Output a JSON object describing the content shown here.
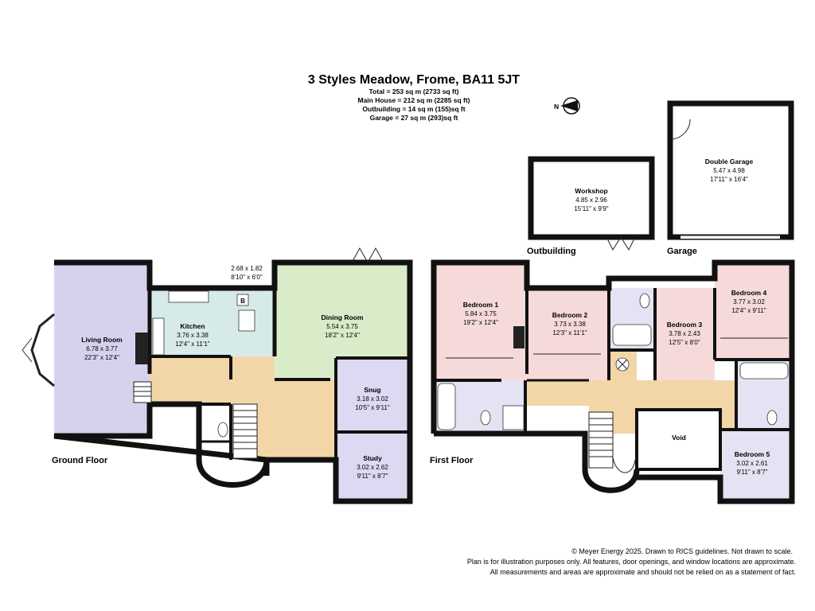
{
  "header": {
    "title": "3 Styles Meadow, Frome, BA11 5JT",
    "areas": [
      "Total = 253 sq m (2733 sq ft)",
      "Main House = 212 sq m (2285 sq ft)",
      "Outbuilding = 14 sq m (155)sq ft",
      "Garage = 27 sq m (293)sq ft"
    ],
    "north_label": "N"
  },
  "floors": {
    "ground": "Ground Floor",
    "first": "First Floor",
    "outbuilding": "Outbuilding",
    "garage": "Garage"
  },
  "rooms": {
    "living": {
      "name": "Living Room",
      "metric": "6.78 x 3.77",
      "imperial": "22'3\" x 12'4\""
    },
    "kitchen": {
      "name": "Kitchen",
      "metric": "3.76 x 3.38",
      "imperial": "12'4\" x 11'1\""
    },
    "utility": {
      "metric": "2.68 x 1.82",
      "imperial": "8'10\" x 6'0\"",
      "boiler": "B"
    },
    "dining": {
      "name": "Dining Room",
      "metric": "5.54 x 3.75",
      "imperial": "18'2\" x 12'4\""
    },
    "snug": {
      "name": "Snug",
      "metric": "3.18 x 3.02",
      "imperial": "10'5\" x 9'11\""
    },
    "study": {
      "name": "Study",
      "metric": "3.02 x 2.62",
      "imperial": "9'11\" x 8'7\""
    },
    "bed1": {
      "name": "Bedroom 1",
      "metric": "5.84 x 3.75",
      "imperial": "19'2\" x 12'4\""
    },
    "bed2": {
      "name": "Bedroom 2",
      "metric": "3.73 x 3.38",
      "imperial": "12'3\" x 11'1\""
    },
    "bed3": {
      "name": "Bedroom 3",
      "metric": "3.78 x 2.43",
      "imperial": "12'5\" x 8'0\""
    },
    "bed4": {
      "name": "Bedroom 4",
      "metric": "3.77 x 3.02",
      "imperial": "12'4\" x 9'11\""
    },
    "bed5": {
      "name": "Bedroom 5",
      "metric": "3.02 x 2.61",
      "imperial": "9'11\" x 8'7\""
    },
    "void": {
      "name": "Void"
    },
    "workshop": {
      "name": "Workshop",
      "metric": "4.85 x 2.96",
      "imperial": "15'11\" x 9'9\""
    },
    "garage": {
      "name": "Double Garage",
      "metric": "5.47 x 4.98",
      "imperial": "17'11\" x 16'4\""
    }
  },
  "footer": [
    "© Meyer Energy 2025. Drawn to RICS guidelines.  Not drawn to scale.",
    "Plan is for illustration purposes only. All features, door openings, and window locations are approximate.",
    "All measurements and areas are approximate and should not be relied on as a statement of fact."
  ],
  "colors": {
    "living": "#d6d2ee",
    "kitchen": "#d6ebe9",
    "dining": "#d9ecc9",
    "snug": "#dcd9f2",
    "hall": "#f3d6a8",
    "bedroom": "#f6dada",
    "bathroom": "#e4e3f3",
    "wall": "#111111"
  }
}
